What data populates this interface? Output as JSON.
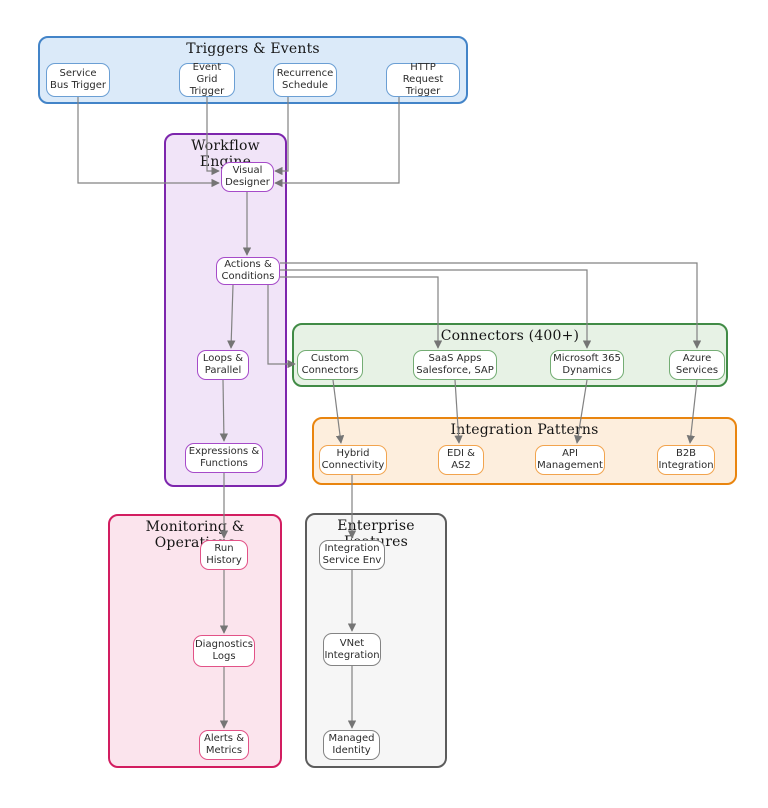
{
  "diagram_title": "",
  "clusters": {
    "triggers": {
      "title": "Triggers & Events"
    },
    "workflow": {
      "title": "Workflow Engine"
    },
    "connectors": {
      "title": "Connectors (400+)"
    },
    "patterns": {
      "title": "Integration Patterns"
    },
    "monitoring": {
      "title": "Monitoring & Operations"
    },
    "enterprise": {
      "title": "Enterprise Features"
    }
  },
  "nodes": {
    "service_bus": {
      "label": "Service Bus Trigger"
    },
    "event_grid": {
      "label": "Event Grid Trigger"
    },
    "recurrence": {
      "label": "Recurrence Schedule"
    },
    "http_request": {
      "label": "HTTP Request Trigger"
    },
    "visual_designer": {
      "label": "Visual Designer"
    },
    "actions_conditions": {
      "label": "Actions & Conditions"
    },
    "loops_parallel": {
      "label": "Loops & Parallel"
    },
    "expressions_functions": {
      "label": "Expressions & Functions"
    },
    "custom_connectors": {
      "label": "Custom Connectors"
    },
    "saas_apps": {
      "label": "SaaS Apps Salesforce, SAP"
    },
    "microsoft_365": {
      "label": "Microsoft 365 Dynamics"
    },
    "azure_services": {
      "label": "Azure Services"
    },
    "hybrid_connectivity": {
      "label": "Hybrid Connectivity"
    },
    "edi_as2": {
      "label": "EDI & AS2"
    },
    "api_management": {
      "label": "API Management"
    },
    "b2b_integration": {
      "label": "B2B Integration"
    },
    "run_history": {
      "label": "Run History"
    },
    "diagnostics_logs": {
      "label": "Diagnostics Logs"
    },
    "alerts_metrics": {
      "label": "Alerts & Metrics"
    },
    "integration_service_env": {
      "label": "Integration Service Env"
    },
    "vnet_integration": {
      "label": "VNet Integration"
    },
    "managed_identity": {
      "label": "Managed Identity"
    }
  },
  "edges": [
    {
      "from": "service_bus",
      "to": "visual_designer"
    },
    {
      "from": "event_grid",
      "to": "visual_designer"
    },
    {
      "from": "recurrence",
      "to": "visual_designer"
    },
    {
      "from": "http_request",
      "to": "visual_designer"
    },
    {
      "from": "visual_designer",
      "to": "actions_conditions"
    },
    {
      "from": "actions_conditions",
      "to": "loops_parallel"
    },
    {
      "from": "actions_conditions",
      "to": "custom_connectors"
    },
    {
      "from": "actions_conditions",
      "to": "saas_apps"
    },
    {
      "from": "actions_conditions",
      "to": "microsoft_365"
    },
    {
      "from": "actions_conditions",
      "to": "azure_services"
    },
    {
      "from": "loops_parallel",
      "to": "expressions_functions"
    },
    {
      "from": "expressions_functions",
      "to": "run_history"
    },
    {
      "from": "custom_connectors",
      "to": "hybrid_connectivity"
    },
    {
      "from": "saas_apps",
      "to": "edi_as2"
    },
    {
      "from": "microsoft_365",
      "to": "api_management"
    },
    {
      "from": "azure_services",
      "to": "b2b_integration"
    },
    {
      "from": "hybrid_connectivity",
      "to": "integration_service_env"
    },
    {
      "from": "run_history",
      "to": "diagnostics_logs"
    },
    {
      "from": "diagnostics_logs",
      "to": "alerts_metrics"
    },
    {
      "from": "integration_service_env",
      "to": "vnet_integration"
    },
    {
      "from": "vnet_integration",
      "to": "managed_identity"
    }
  ],
  "colors": {
    "edge": "#828282",
    "arrowhead": "#757575",
    "triggers": {
      "border": "#4384c8",
      "fill": "#dbeaf9",
      "node_border": "#6b9fd4"
    },
    "workflow": {
      "border": "#7d26ad",
      "fill": "#f1e4f8",
      "node_border": "#a64bc9"
    },
    "connectors": {
      "border": "#418b46",
      "fill": "#e7f2e5",
      "node_border": "#74ad74"
    },
    "patterns": {
      "border": "#e9850f",
      "fill": "#fdeedd",
      "node_border": "#f2a44e"
    },
    "monitoring": {
      "border": "#d21d60",
      "fill": "#fbe4ed",
      "node_border": "#e25287"
    },
    "enterprise": {
      "border": "#5c5c5c",
      "fill": "#f6f6f6",
      "node_border": "#838383"
    }
  }
}
